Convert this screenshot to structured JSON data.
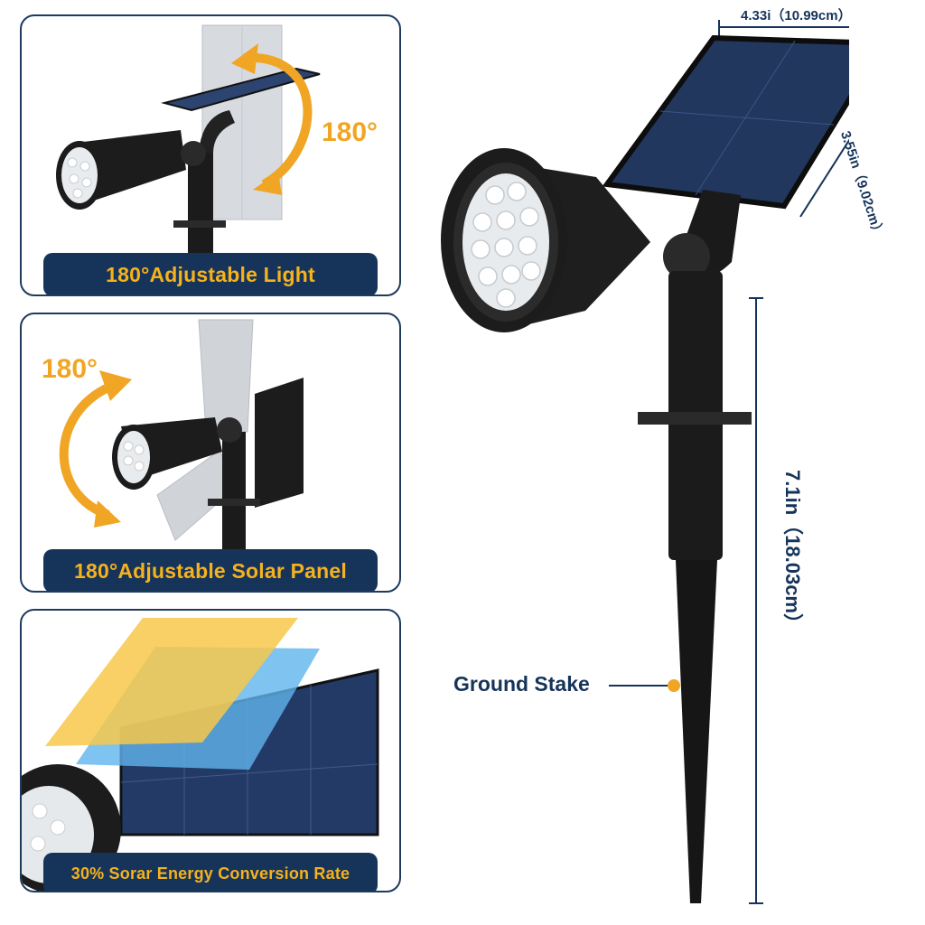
{
  "panels": [
    {
      "caption": "180°Adjustable Light",
      "angle": "180°"
    },
    {
      "caption": "180°Adjustable Solar Panel",
      "angle": "180°"
    },
    {
      "caption": "30% Sorar Energy Conversion Rate"
    }
  ],
  "dimensions": {
    "width": "4.33i（10.99cm）",
    "panel_height": "3.55in（9.02cm）",
    "length": "7.1in（18.03cm）"
  },
  "labels": {
    "ground_stake": "Ground Stake"
  },
  "colors": {
    "navy": "#16345a",
    "accent_orange": "#f0a624",
    "caption_text": "#f6b21c"
  }
}
